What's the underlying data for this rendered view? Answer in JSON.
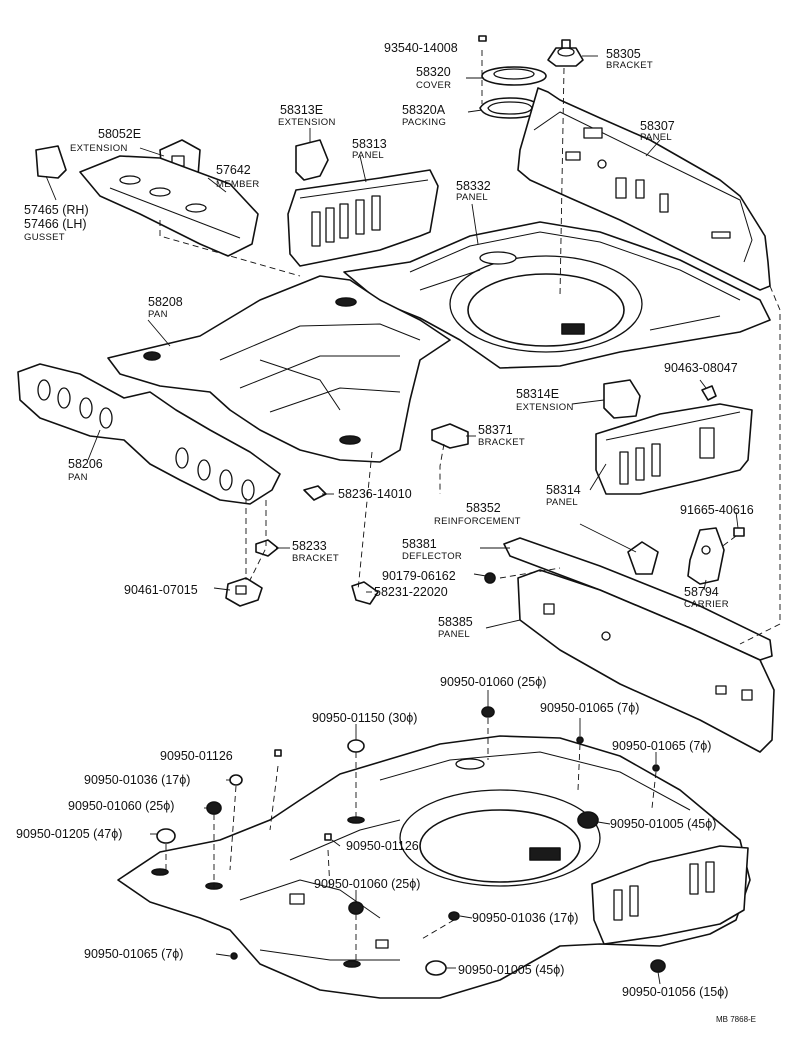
{
  "reference": "MB 7868-E",
  "labels": [
    {
      "id": "l1",
      "lines": [
        "93540-14008"
      ]
    },
    {
      "id": "l2",
      "lines": [
        "58305",
        "BRACKET"
      ]
    },
    {
      "id": "l3",
      "lines": [
        "58320",
        "COVER"
      ]
    },
    {
      "id": "l4",
      "lines": [
        "58320A",
        "PACKING"
      ]
    },
    {
      "id": "l5",
      "lines": [
        "58313E",
        "EXTENSION"
      ]
    },
    {
      "id": "l6",
      "lines": [
        "58307",
        "PANEL"
      ]
    },
    {
      "id": "l7",
      "lines": [
        "58052E",
        "EXTENSION"
      ]
    },
    {
      "id": "l8",
      "lines": [
        "58313",
        "PANEL"
      ]
    },
    {
      "id": "l9",
      "lines": [
        "57642",
        "MEMBER"
      ]
    },
    {
      "id": "l10",
      "lines": [
        "58332",
        "PANEL"
      ]
    },
    {
      "id": "l11",
      "lines": [
        "57465 (RH)",
        "57466 (LH)",
        "GUSSET"
      ]
    },
    {
      "id": "l12",
      "lines": [
        "58208",
        "PAN"
      ]
    },
    {
      "id": "l13",
      "lines": [
        "90463-08047"
      ]
    },
    {
      "id": "l14",
      "lines": [
        "58314E",
        "EXTENSION"
      ]
    },
    {
      "id": "l15",
      "lines": [
        "58371",
        "BRACKET"
      ]
    },
    {
      "id": "l16",
      "lines": [
        "58206",
        "PAN"
      ]
    },
    {
      "id": "l17",
      "lines": [
        "58236-14010"
      ]
    },
    {
      "id": "l18",
      "lines": [
        "58314",
        "PANEL"
      ]
    },
    {
      "id": "l19",
      "lines": [
        "58352",
        "REINFORCEMENT"
      ]
    },
    {
      "id": "l20",
      "lines": [
        "91665-40616"
      ]
    },
    {
      "id": "l21",
      "lines": [
        "58233",
        "BRACKET"
      ]
    },
    {
      "id": "l22",
      "lines": [
        "58381",
        "DEFLECTOR"
      ]
    },
    {
      "id": "l23",
      "lines": [
        "90179-06162"
      ]
    },
    {
      "id": "l24",
      "lines": [
        "58794",
        "CARRIER"
      ]
    },
    {
      "id": "l25",
      "lines": [
        "90461-07015"
      ]
    },
    {
      "id": "l26",
      "lines": [
        "58231-22020"
      ]
    },
    {
      "id": "l27",
      "lines": [
        "58385",
        "PANEL"
      ]
    },
    {
      "id": "l28",
      "lines": [
        "90950-01060 (25ϕ)"
      ]
    },
    {
      "id": "l29",
      "lines": [
        "90950-01065 (7ϕ)"
      ]
    },
    {
      "id": "l30",
      "lines": [
        "90950-01150 (30ϕ)"
      ]
    },
    {
      "id": "l31",
      "lines": [
        "90950-01065 (7ϕ)"
      ]
    },
    {
      "id": "l32",
      "lines": [
        "90950-01126"
      ]
    },
    {
      "id": "l33",
      "lines": [
        "90950-01036 (17ϕ)"
      ]
    },
    {
      "id": "l34",
      "lines": [
        "90950-01060 (25ϕ)"
      ]
    },
    {
      "id": "l35",
      "lines": [
        "90950-01005 (45ϕ)"
      ]
    },
    {
      "id": "l36",
      "lines": [
        "90950-01205 (47ϕ)"
      ]
    },
    {
      "id": "l37",
      "lines": [
        "90950-01126"
      ]
    },
    {
      "id": "l38",
      "lines": [
        "90950-01060 (25ϕ)"
      ]
    },
    {
      "id": "l39",
      "lines": [
        "90950-01036 (17ϕ)"
      ]
    },
    {
      "id": "l40",
      "lines": [
        "90950-01065 (7ϕ)"
      ]
    },
    {
      "id": "l41",
      "lines": [
        "90950-01005 (45ϕ)"
      ]
    },
    {
      "id": "l42",
      "lines": [
        "90950-01056 (15ϕ)"
      ]
    }
  ]
}
